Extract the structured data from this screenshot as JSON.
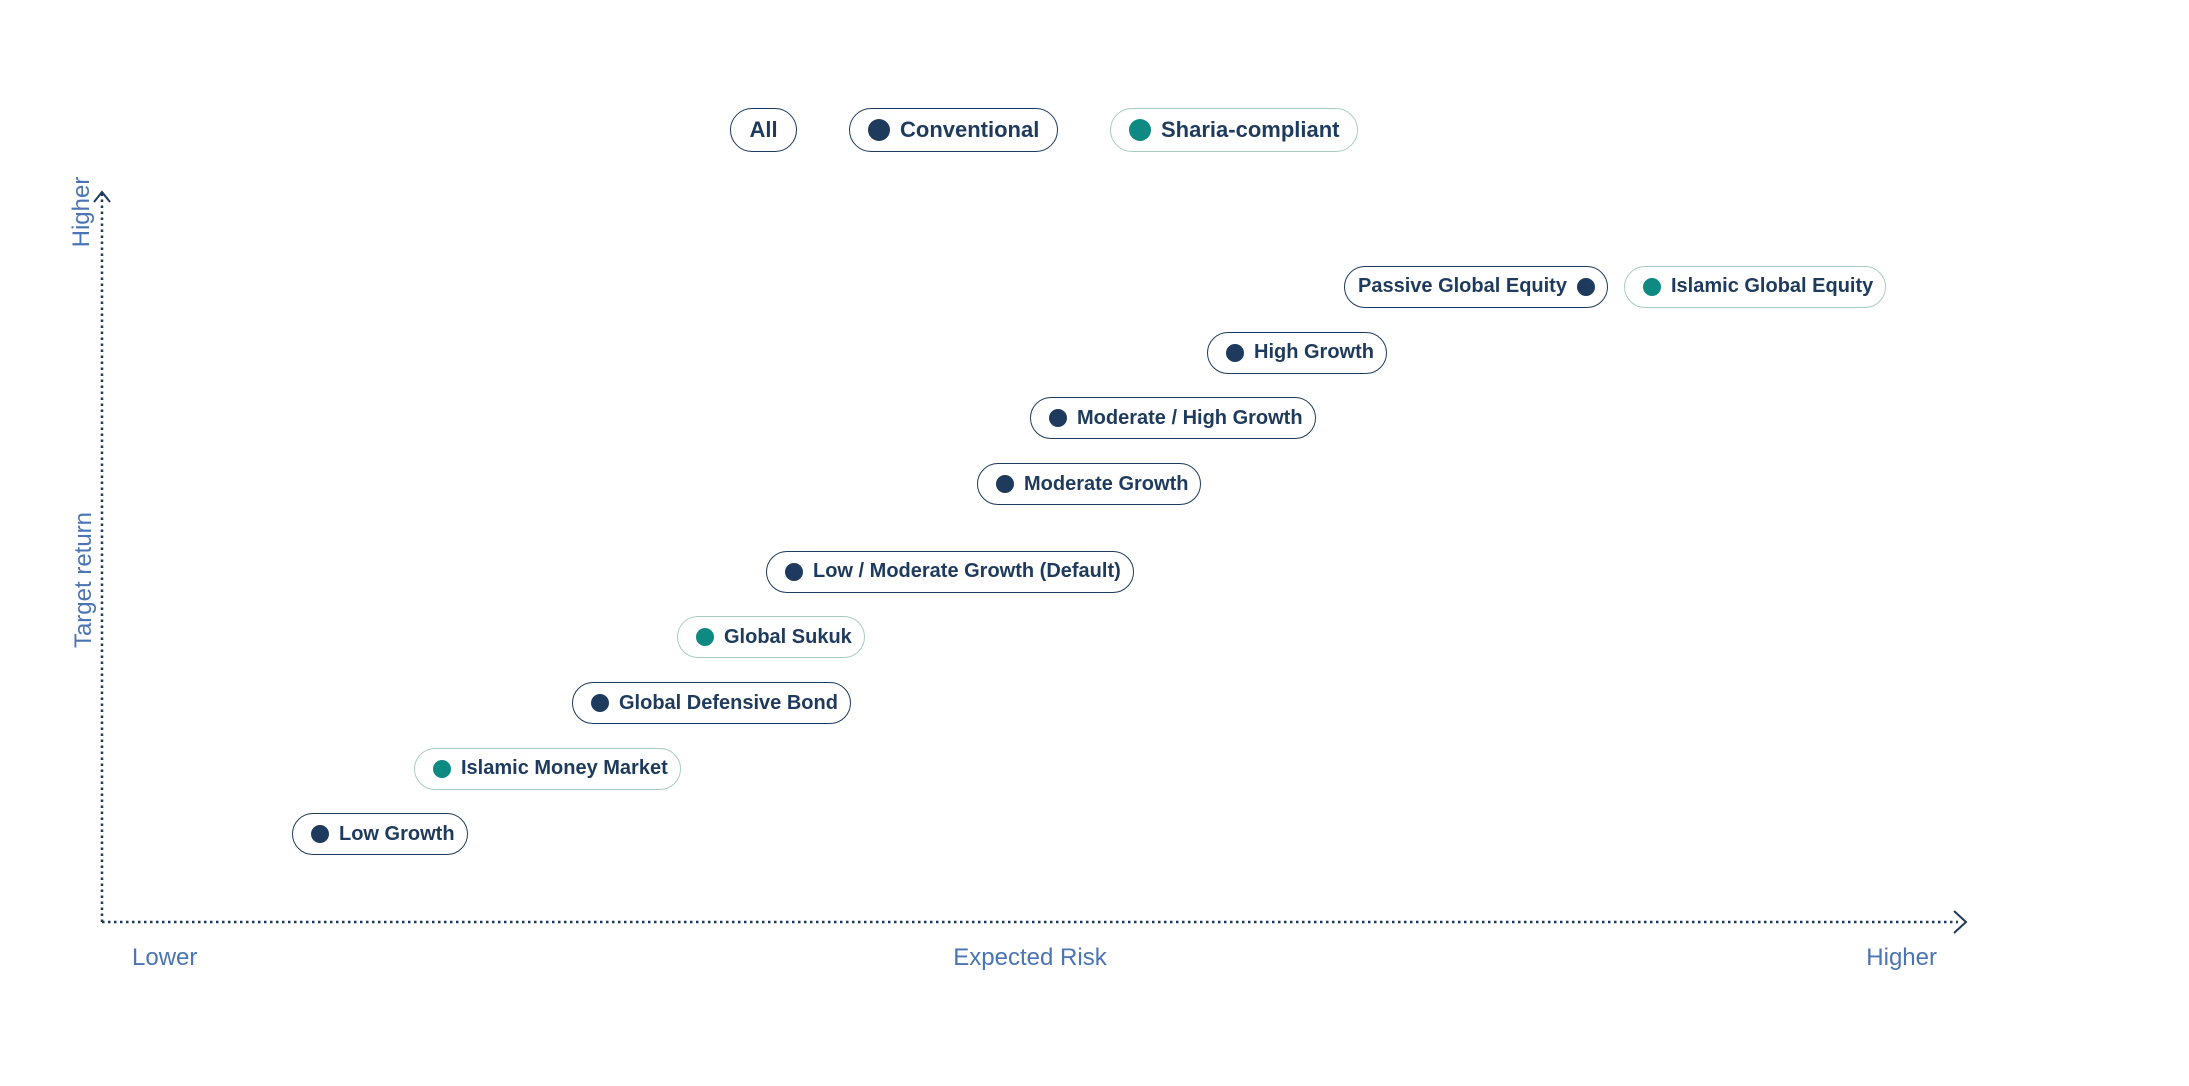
{
  "colors": {
    "conventional": "#1e3a5c",
    "sharia": "#0e8a82",
    "axis": "#1e3a5c",
    "axis_label": "#4a74b4"
  },
  "filters": {
    "all": "All",
    "conventional": "Conventional",
    "sharia": "Sharia-compliant"
  },
  "chart_data": {
    "type": "scatter",
    "title": "",
    "xlabel": "Expected Risk",
    "ylabel": "Target return",
    "x_ticks": [
      "Lower",
      "Higher"
    ],
    "y_ticks": [
      "Higher"
    ],
    "xlim": [
      0,
      10
    ],
    "ylim": [
      0,
      10
    ],
    "grid": false,
    "legend": "top",
    "series": [
      {
        "name": "Conventional",
        "color": "#1e3a5c"
      },
      {
        "name": "Sharia-compliant",
        "color": "#0e8a82"
      }
    ],
    "points": [
      {
        "label": "Low Growth",
        "category": "conventional",
        "x": 1.1,
        "y": 1.2
      },
      {
        "label": "Islamic Money Market",
        "category": "sharia",
        "x": 1.8,
        "y": 2.1
      },
      {
        "label": "Global Defensive Bond",
        "category": "conventional",
        "x": 2.7,
        "y": 3.0
      },
      {
        "label": "Global Sukuk",
        "category": "sharia",
        "x": 3.3,
        "y": 3.9
      },
      {
        "label": "Low / Moderate Growth (Default)",
        "category": "conventional",
        "x": 3.8,
        "y": 4.8
      },
      {
        "label": "Moderate Growth",
        "category": "conventional",
        "x": 5.0,
        "y": 6.0
      },
      {
        "label": "Moderate / High Growth",
        "category": "conventional",
        "x": 5.3,
        "y": 6.9
      },
      {
        "label": "High Growth",
        "category": "conventional",
        "x": 6.3,
        "y": 7.8
      },
      {
        "label": "Passive Global Equity",
        "category": "conventional",
        "x": 8.5,
        "y": 8.7
      },
      {
        "label": "Islamic Global Equity",
        "category": "sharia",
        "x": 8.7,
        "y": 8.7
      }
    ]
  }
}
